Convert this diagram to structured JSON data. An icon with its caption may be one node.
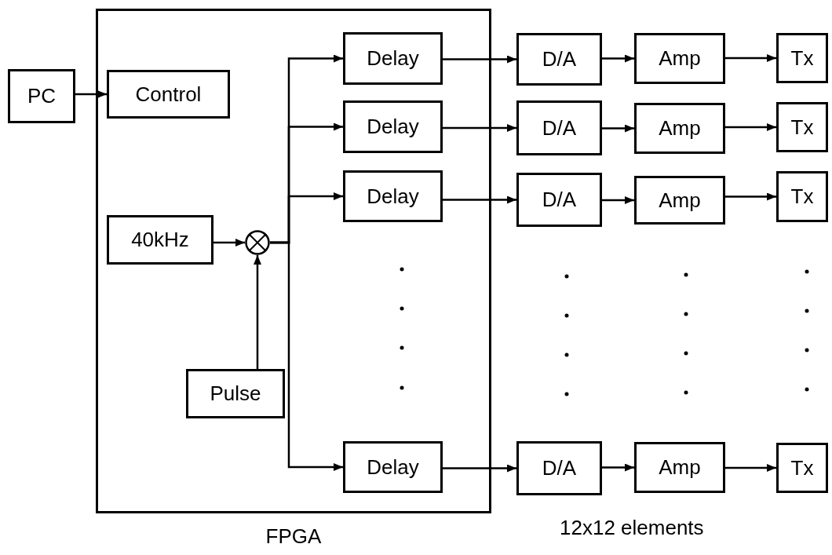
{
  "diagram": {
    "nodes": [
      {
        "text": [
          "PC"
        ]
      },
      {
        "text": [
          "FPGA"
        ]
      },
      {
        "text": [
          "Control"
        ],
        "in": 1
      },
      {
        "text": [
          "40kHz"
        ],
        "in": 1
      },
      {
        "text": [],
        "shape": "circle",
        "in": 1
      },
      {
        "text": [
          "Pulse"
        ],
        "in": 1
      },
      {
        "text": [
          "Delay"
        ],
        "in": 1
      },
      {
        "text": [
          "Delay"
        ],
        "in": 1
      },
      {
        "text": [
          "Delay"
        ],
        "in": 1
      },
      {
        "text": [
          "Delay"
        ],
        "in": 1
      },
      {
        "text": [
          "D/A"
        ]
      },
      {
        "text": [
          "D/A"
        ]
      },
      {
        "text": [
          "D/A"
        ]
      },
      {
        "text": [
          "D/A"
        ]
      },
      {
        "text": [
          "Amp"
        ]
      },
      {
        "text": [
          "Amp"
        ]
      },
      {
        "text": [
          "Amp"
        ]
      },
      {
        "text": [
          "Amp"
        ]
      },
      {
        "text": [
          "Tx"
        ]
      },
      {
        "text": [
          "Tx"
        ]
      },
      {
        "text": [
          "Tx"
        ]
      },
      {
        "text": [
          "Tx"
        ]
      }
    ],
    "edges": [
      {
        "from": 0,
        "to": 2,
        "arrow": "to"
      },
      {
        "from": 3,
        "to": 4,
        "arrow": "to"
      },
      {
        "from": 5,
        "to": 4,
        "arrow": "to"
      },
      {
        "from": 4,
        "to": 6,
        "arrow": "to"
      },
      {
        "from": 4,
        "to": 7,
        "arrow": "to"
      },
      {
        "from": 4,
        "to": 8,
        "arrow": "to"
      },
      {
        "from": 4,
        "to": 9,
        "arrow": "to"
      },
      {
        "from": 6,
        "to": 10,
        "arrow": "to"
      },
      {
        "from": 7,
        "to": 11,
        "arrow": "to"
      },
      {
        "from": 8,
        "to": 12,
        "arrow": "to"
      },
      {
        "from": 9,
        "to": 13,
        "arrow": "to"
      },
      {
        "from": 10,
        "to": 14,
        "arrow": "to"
      },
      {
        "from": 11,
        "to": 15,
        "arrow": "to"
      },
      {
        "from": 12,
        "to": 16,
        "arrow": "to"
      },
      {
        "from": 13,
        "to": 17,
        "arrow": "to"
      },
      {
        "from": 14,
        "to": 18,
        "arrow": "to"
      },
      {
        "from": 15,
        "to": 19,
        "arrow": "to"
      },
      {
        "from": 16,
        "to": 20,
        "arrow": "to"
      },
      {
        "from": 17,
        "to": 21,
        "arrow": "to"
      }
    ],
    "labels": [
      "12x12 elements"
    ]
  }
}
